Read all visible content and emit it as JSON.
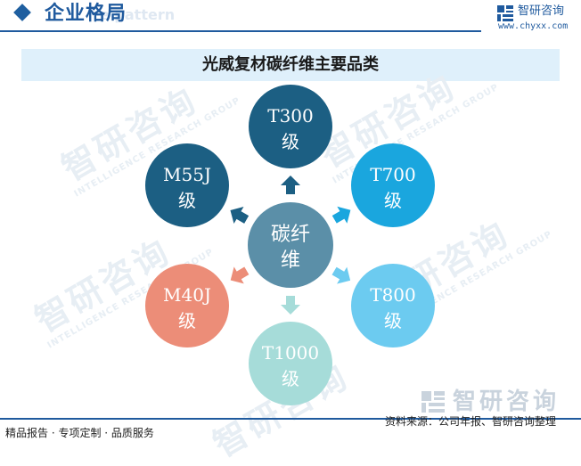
{
  "header": {
    "title": "企业格局",
    "bg_text": "e pattern"
  },
  "brand": {
    "name": "智研咨询",
    "url": "www.chyxx.com"
  },
  "chart_title": "光威复材碳纤维主要品类",
  "watermark": {
    "name": "智研咨询",
    "sub": "INTELLIGENCE RESEARCH GROUP"
  },
  "center": {
    "line1": "碳纤",
    "line2": "维",
    "color": "#5b8fa8"
  },
  "nodes": [
    {
      "id": "t300",
      "line1": "T300",
      "line2": "级",
      "color": "#1c5f83"
    },
    {
      "id": "t700",
      "line1": "T700",
      "line2": "级",
      "color": "#1aa6de"
    },
    {
      "id": "t800",
      "line1": "T800",
      "line2": "级",
      "color": "#6ccbf0"
    },
    {
      "id": "t1000",
      "line1": "T1000",
      "line2": "级",
      "color": "#a6dcd9"
    },
    {
      "id": "m40j",
      "line1": "M40J",
      "line2": "级",
      "color": "#ec8d78"
    },
    {
      "id": "m55j",
      "line1": "M55J",
      "line2": "级",
      "color": "#1c5f83"
    }
  ],
  "footer": {
    "left": "精品报告 · 专项定制 · 品质服务",
    "right": "资料来源：公司年报、智研咨询整理",
    "brand_name": "智研咨询"
  }
}
